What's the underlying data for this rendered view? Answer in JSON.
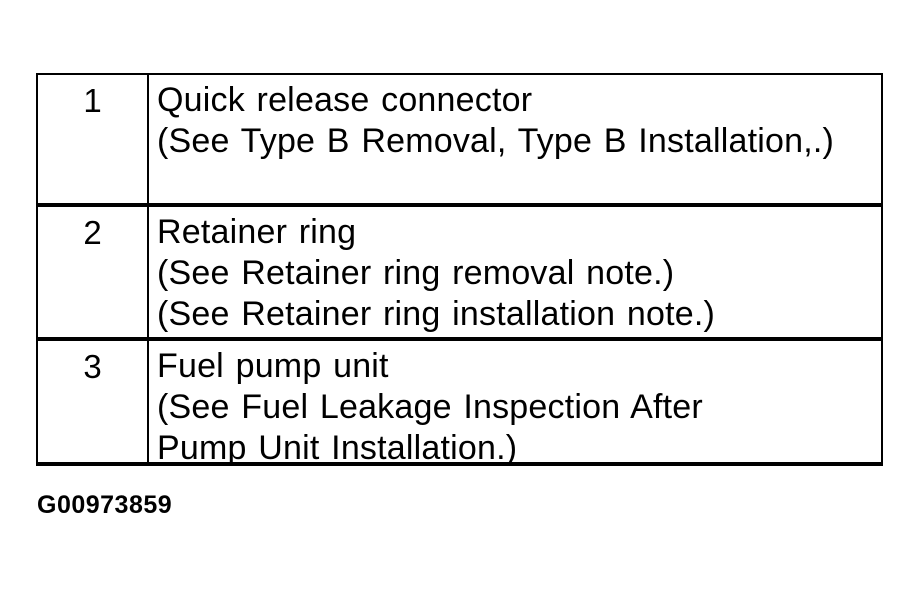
{
  "page": {
    "background_color": "#ffffff",
    "text_color": "#000000",
    "figure_id": "G00973859"
  },
  "table": {
    "border_color": "#000000",
    "columns": [
      "item-number",
      "item-description"
    ],
    "rows": [
      {
        "item": "1",
        "lines": [
          "Quick release connector",
          "(See Type B Removal, Type B Installation,.)"
        ]
      },
      {
        "item": "2",
        "lines": [
          "Retainer ring",
          "(See Retainer ring removal note.)",
          "(See Retainer ring installation note.)"
        ]
      },
      {
        "item": "3",
        "lines": [
          "Fuel pump unit",
          "(See Fuel Leakage Inspection After",
          "Pump Unit Installation.)"
        ]
      }
    ]
  }
}
